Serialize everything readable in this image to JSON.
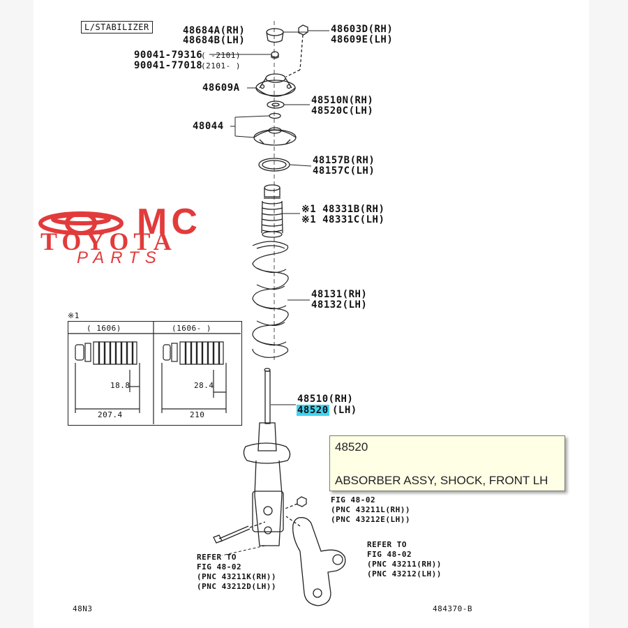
{
  "header_box": "L/STABILIZER",
  "watermark": {
    "mc": "MC",
    "toyota": "TOYOTA",
    "parts": "PARTS"
  },
  "parts": {
    "p48684a": "48684A(RH)",
    "p48684b": "48684B(LH)",
    "p48603d": "48603D(RH)",
    "p48609e": "48609E(LH)",
    "p90041a": "90041-79316",
    "p90041a_range": "(     -2101)",
    "p90041b": "90041-77018",
    "p90041b_range": "(2101-     )",
    "p48609a": "48609A",
    "p48510n": "48510N(RH)",
    "p48520c": "48520C(LH)",
    "p48044": "48044",
    "p48157b": "48157B(RH)",
    "p48157c": "48157C(LH)",
    "p48331b": "※1 48331B(RH)",
    "p48331c": "※1 48331C(LH)",
    "p48131": "48131(RH)",
    "p48132": "48132(LH)",
    "p48510": "48510(RH)",
    "p48520": "48520",
    "p48520_side": "(LH)"
  },
  "inset": {
    "mark": "※1",
    "left_header": "(      1606)",
    "right_header": "(1606-      )",
    "left_dim_small": "18.8",
    "left_dim_total": "207.4",
    "right_dim_small": "28.4",
    "right_dim_total": "210"
  },
  "refs": {
    "fig_right_top": [
      "FIG 48-02",
      "(PNC 43211L(RH))",
      "(PNC 43212E(LH))"
    ],
    "ref_left": [
      "REFER TO",
      "FIG 48-02",
      "(PNC 43211K(RH))",
      "(PNC 43212D(LH))"
    ],
    "ref_right": [
      "REFER TO",
      "FIG 48-02",
      "(PNC 43211(RH))",
      "(PNC 43212(LH))"
    ]
  },
  "footer": {
    "left": "48N3",
    "right": "484370-B"
  },
  "tooltip": {
    "number": "48520",
    "description": "ABSORBER ASSY, SHOCK, FRONT LH"
  },
  "colors": {
    "highlight": "#3fd3f2",
    "watermark": "#e23b3b",
    "tooltip_bg": "#ffffe6"
  }
}
